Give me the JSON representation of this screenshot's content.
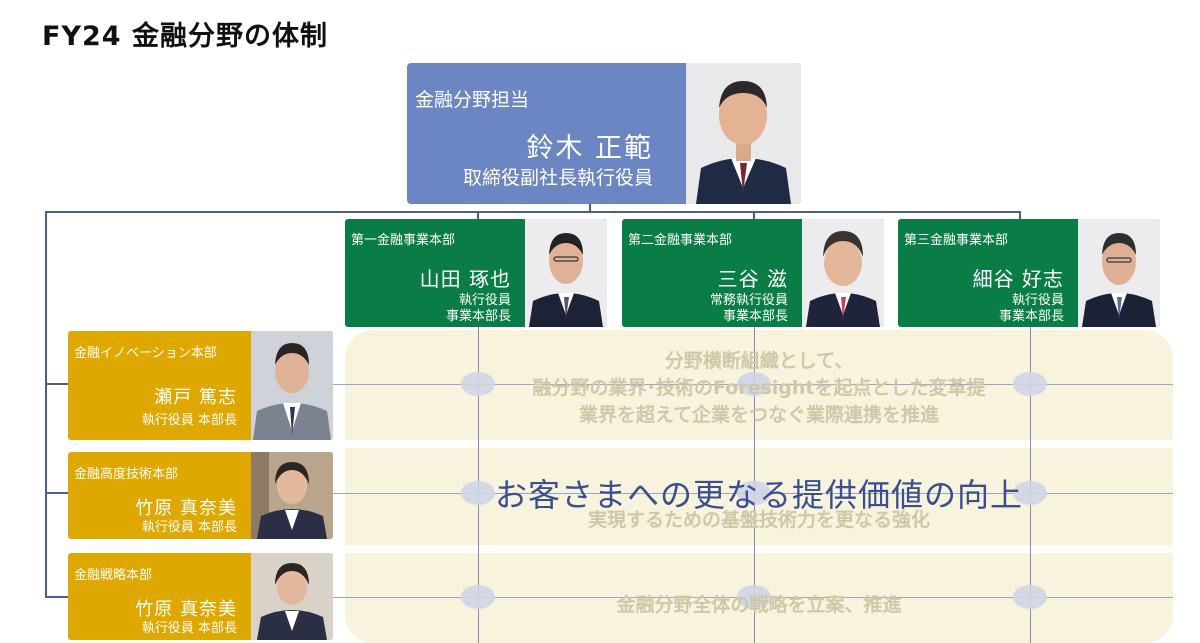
{
  "title": "FY24  金融分野の体制",
  "head": {
    "role": "金融分野担当",
    "name": "鈴木 正範",
    "title": "取締役副社長執行役員"
  },
  "divisions": [
    {
      "dept": "第一金融事業本部",
      "name": "山田 琢也",
      "t1": "執行役員",
      "t2": "事業本部長"
    },
    {
      "dept": "第二金融事業本部",
      "name": "三谷 滋",
      "t1": "常務執行役員",
      "t2": "事業本部長"
    },
    {
      "dept": "第三金融事業本部",
      "name": "細谷 好志",
      "t1": "執行役員",
      "t2": "事業本部長"
    }
  ],
  "cross_units": [
    {
      "dept": "金融イノベーション本部",
      "name": "瀬戸 篤志",
      "t1": "執行役員  本部長"
    },
    {
      "dept": "金融高度技術本部",
      "name": "竹原 真奈美",
      "t1": "執行役員  本部長"
    },
    {
      "dept": "金融戦略本部",
      "name": "竹原 真奈美",
      "t1": "執行役員  本部長"
    }
  ],
  "band": {
    "line1": "分野横断組織として、",
    "line2": "融分野の業界･技術のForesightを起点とした変革提",
    "line3": "業界を超えて企業をつなぐ業際連携を推進",
    "line4": "実現するための基盤技術力を更なる強化",
    "line5": "金融分野全体の戦略を立案、推進",
    "headline": "お客さまへの更なる提供価値の向上"
  },
  "colors": {
    "head": "#6b86c2",
    "division": "#0a7d47",
    "cross": "#dfa800",
    "headline": "#3b4f8f"
  }
}
